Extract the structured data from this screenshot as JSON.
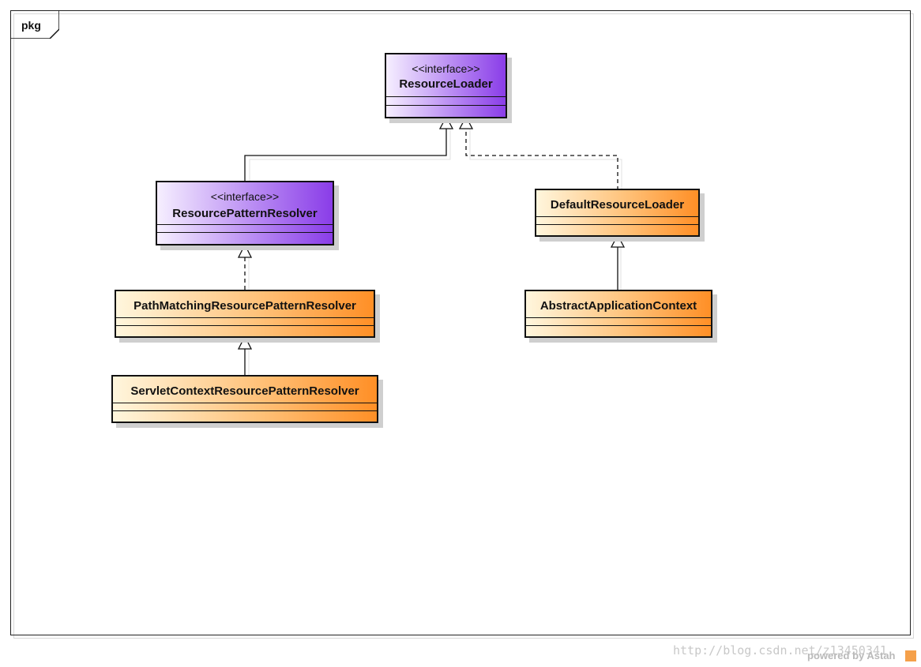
{
  "package": {
    "label": "pkg"
  },
  "classes": {
    "resource_loader": {
      "stereotype": "<<interface>>",
      "name": "ResourceLoader"
    },
    "resource_pattern_resolver": {
      "stereotype": "<<interface>>",
      "name": "ResourcePatternResolver"
    },
    "default_resource_loader": {
      "name": "DefaultResourceLoader"
    },
    "path_matching_resolver": {
      "name": "PathMatchingResourcePatternResolver"
    },
    "abstract_application_context": {
      "name": "AbstractApplicationContext"
    },
    "servlet_context_resolver": {
      "name": "ServletContextResourcePatternResolver"
    }
  },
  "relations": [
    {
      "from": "ResourcePatternResolver",
      "to": "ResourceLoader",
      "kind": "generalization"
    },
    {
      "from": "DefaultResourceLoader",
      "to": "ResourceLoader",
      "kind": "realization"
    },
    {
      "from": "PathMatchingResourcePatternResolver",
      "to": "ResourcePatternResolver",
      "kind": "realization"
    },
    {
      "from": "ServletContextResourcePatternResolver",
      "to": "PathMatchingResourcePatternResolver",
      "kind": "generalization"
    },
    {
      "from": "AbstractApplicationContext",
      "to": "DefaultResourceLoader",
      "kind": "generalization"
    }
  ],
  "footer": {
    "watermark": "http://blog.csdn.net/z13450341",
    "powered_by": "powered by Astah"
  },
  "colors": {
    "interface_fill": "#8a3de8",
    "class_fill": "#ff8f26",
    "line": "#111111"
  }
}
